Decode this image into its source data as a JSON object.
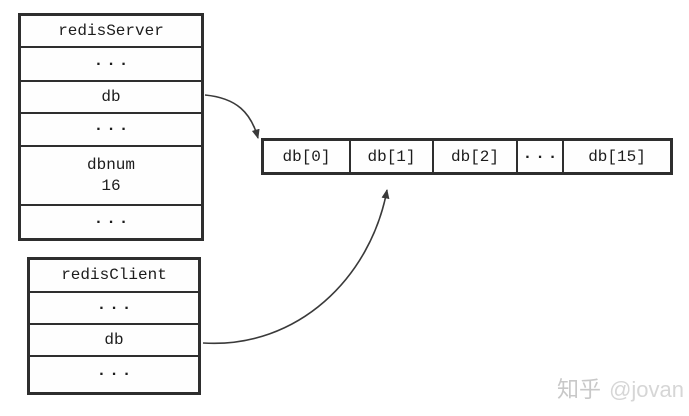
{
  "server": {
    "title": "redisServer",
    "rows": [
      {
        "label": "···"
      },
      {
        "label": "db"
      },
      {
        "label": "···"
      },
      {
        "label": "dbnum",
        "value": "16"
      },
      {
        "label": "···"
      }
    ]
  },
  "client": {
    "title": "redisClient",
    "rows": [
      {
        "label": "···"
      },
      {
        "label": "db"
      },
      {
        "label": "···"
      }
    ]
  },
  "db_array": {
    "cells": [
      "db[0]",
      "db[1]",
      "db[2]",
      "···",
      "db[15]"
    ]
  },
  "watermark": {
    "brand": "知乎",
    "handle": "@jovan"
  },
  "colors": {
    "background": "#ffffff",
    "box_border": "#2e2e2e",
    "text": "#1c1c1c",
    "arrow": "#3a3a3a",
    "watermark": "#d0d0d0"
  }
}
